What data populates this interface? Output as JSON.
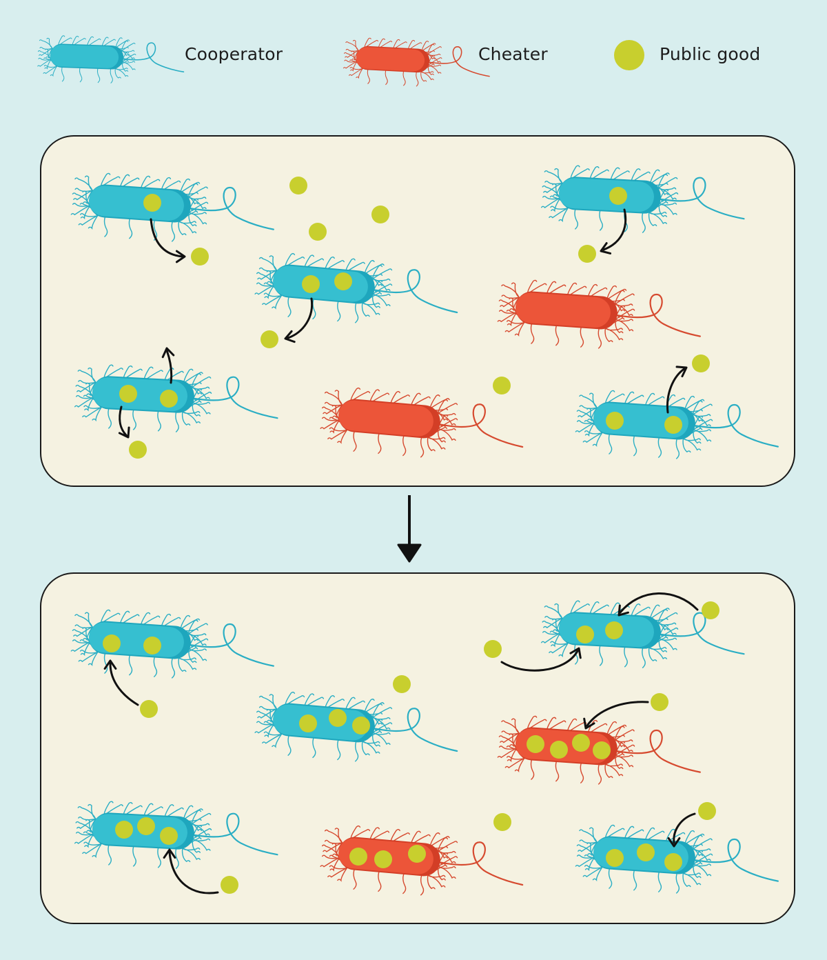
{
  "legend": {
    "cooperator_label": "Cooperator",
    "cheater_label": "Cheater",
    "public_good_label": "Public good"
  },
  "colors": {
    "background": "#d8eeee",
    "panel_fill": "#f5f2e1",
    "cooperator": "#36bfd0",
    "cheater": "#ec5539",
    "public_good": "#c8cf2e",
    "arrow": "#111111"
  },
  "panels": [
    {
      "name": "before",
      "cells": [
        {
          "type": "cooperator",
          "internal_public_goods": 1,
          "secreting": 1
        },
        {
          "type": "cooperator",
          "internal_public_goods": 2,
          "secreting": 1
        },
        {
          "type": "cooperator",
          "internal_public_goods": 1,
          "secreting": 1
        },
        {
          "type": "cheater",
          "internal_public_goods": 0,
          "secreting": 0
        },
        {
          "type": "cooperator",
          "internal_public_goods": 2,
          "secreting": 2
        },
        {
          "type": "cheater",
          "internal_public_goods": 0,
          "secreting": 0
        },
        {
          "type": "cooperator",
          "internal_public_goods": 2,
          "secreting": 1
        }
      ]
    },
    {
      "name": "after",
      "cells": [
        {
          "type": "cooperator",
          "internal_public_goods": 2,
          "absorbing": 1
        },
        {
          "type": "cooperator",
          "internal_public_goods": 3,
          "absorbing": 0
        },
        {
          "type": "cooperator",
          "internal_public_goods": 2,
          "absorbing": 2
        },
        {
          "type": "cheater",
          "internal_public_goods": 4,
          "absorbing": 1
        },
        {
          "type": "cooperator",
          "internal_public_goods": 3,
          "absorbing": 1
        },
        {
          "type": "cheater",
          "internal_public_goods": 3,
          "absorbing": 0
        },
        {
          "type": "cooperator",
          "internal_public_goods": 3,
          "absorbing": 1
        }
      ]
    }
  ]
}
